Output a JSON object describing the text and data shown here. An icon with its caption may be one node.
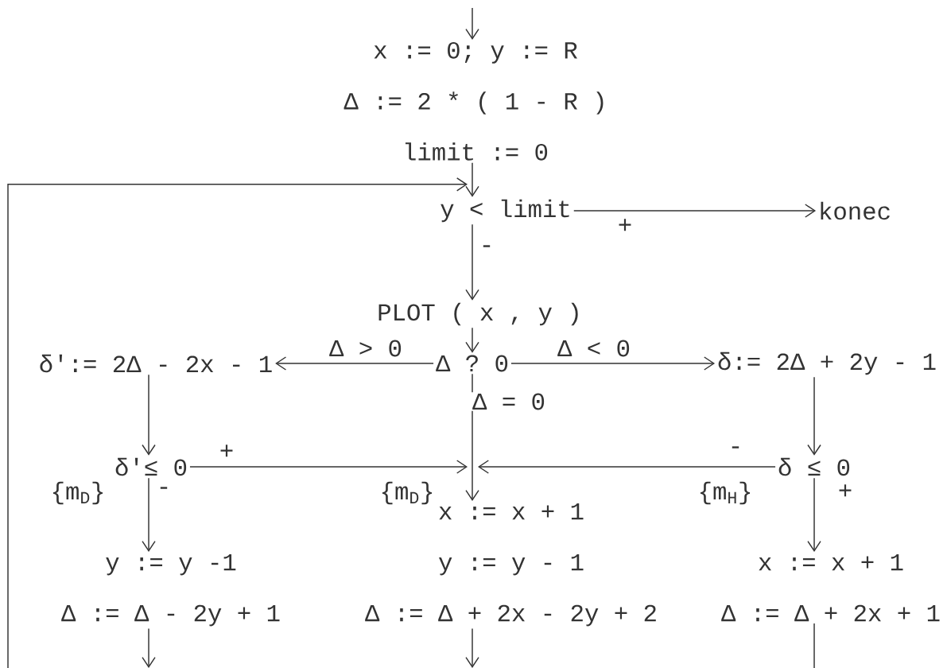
{
  "diagram": {
    "nodes": [
      {
        "text": [
          "x := 0; y := R",
          "Δ := 2 * ( 1 - R )",
          "limit := 0"
        ]
      },
      {
        "text": [
          "y < limit"
        ]
      },
      {
        "text": [
          "konec"
        ]
      },
      {
        "text": [
          "PLOT ( x , y )"
        ]
      },
      {
        "text": [
          "Δ ? 0"
        ]
      },
      {
        "text": [
          "δ':= 2Δ - 2x - 1"
        ]
      },
      {
        "text": [
          "δ:= 2Δ + 2y - 1"
        ]
      },
      {
        "text": [
          "δ'≤ 0"
        ]
      },
      {
        "text": [
          "δ ≤ 0"
        ]
      },
      {
        "text": [
          "y := y -1",
          "Δ := Δ - 2y + 1"
        ]
      },
      {
        "text": [
          "x := x + 1",
          "y := y - 1",
          "Δ := Δ + 2x - 2y + 2"
        ]
      },
      {
        "text": [
          "x := x + 1",
          "Δ := Δ + 2x + 1"
        ]
      }
    ],
    "edges": [
      {
        "from": null,
        "to": 0,
        "arrow": "to"
      },
      {
        "from": 0,
        "to": 1,
        "arrow": "to"
      },
      {
        "from": 1,
        "to": 2,
        "arrow": "to",
        "label": "+"
      },
      {
        "from": 1,
        "to": 3,
        "arrow": "to",
        "label": "-"
      },
      {
        "from": 3,
        "to": 4,
        "arrow": "to"
      },
      {
        "from": 4,
        "to": 5,
        "arrow": "to",
        "label": "Δ > 0"
      },
      {
        "from": 4,
        "to": 6,
        "arrow": "to",
        "label": "Δ < 0"
      },
      {
        "from": 4,
        "to": 10,
        "arrow": "to",
        "label": "Δ = 0"
      },
      {
        "from": 5,
        "to": 7,
        "arrow": "to"
      },
      {
        "from": 6,
        "to": 8,
        "arrow": "to"
      },
      {
        "from": 7,
        "to": 10,
        "arrow": "to",
        "label": "+"
      },
      {
        "from": 7,
        "to": 9,
        "arrow": "to",
        "label": "-"
      },
      {
        "from": 8,
        "to": 10,
        "arrow": "to",
        "label": "-"
      },
      {
        "from": 8,
        "to": 11,
        "arrow": "to",
        "label": "+"
      },
      {
        "from": 9,
        "to": null,
        "arrow": "to"
      },
      {
        "from": 10,
        "to": null,
        "arrow": "to"
      },
      {
        "from": 11,
        "to": null,
        "arrow": "none"
      },
      {
        "from": null,
        "to": 1,
        "arrow": "to"
      }
    ],
    "labels": [
      "{m$_{D}$}",
      "{m$_{D}$}",
      "{m$_{H}$}"
    ]
  }
}
